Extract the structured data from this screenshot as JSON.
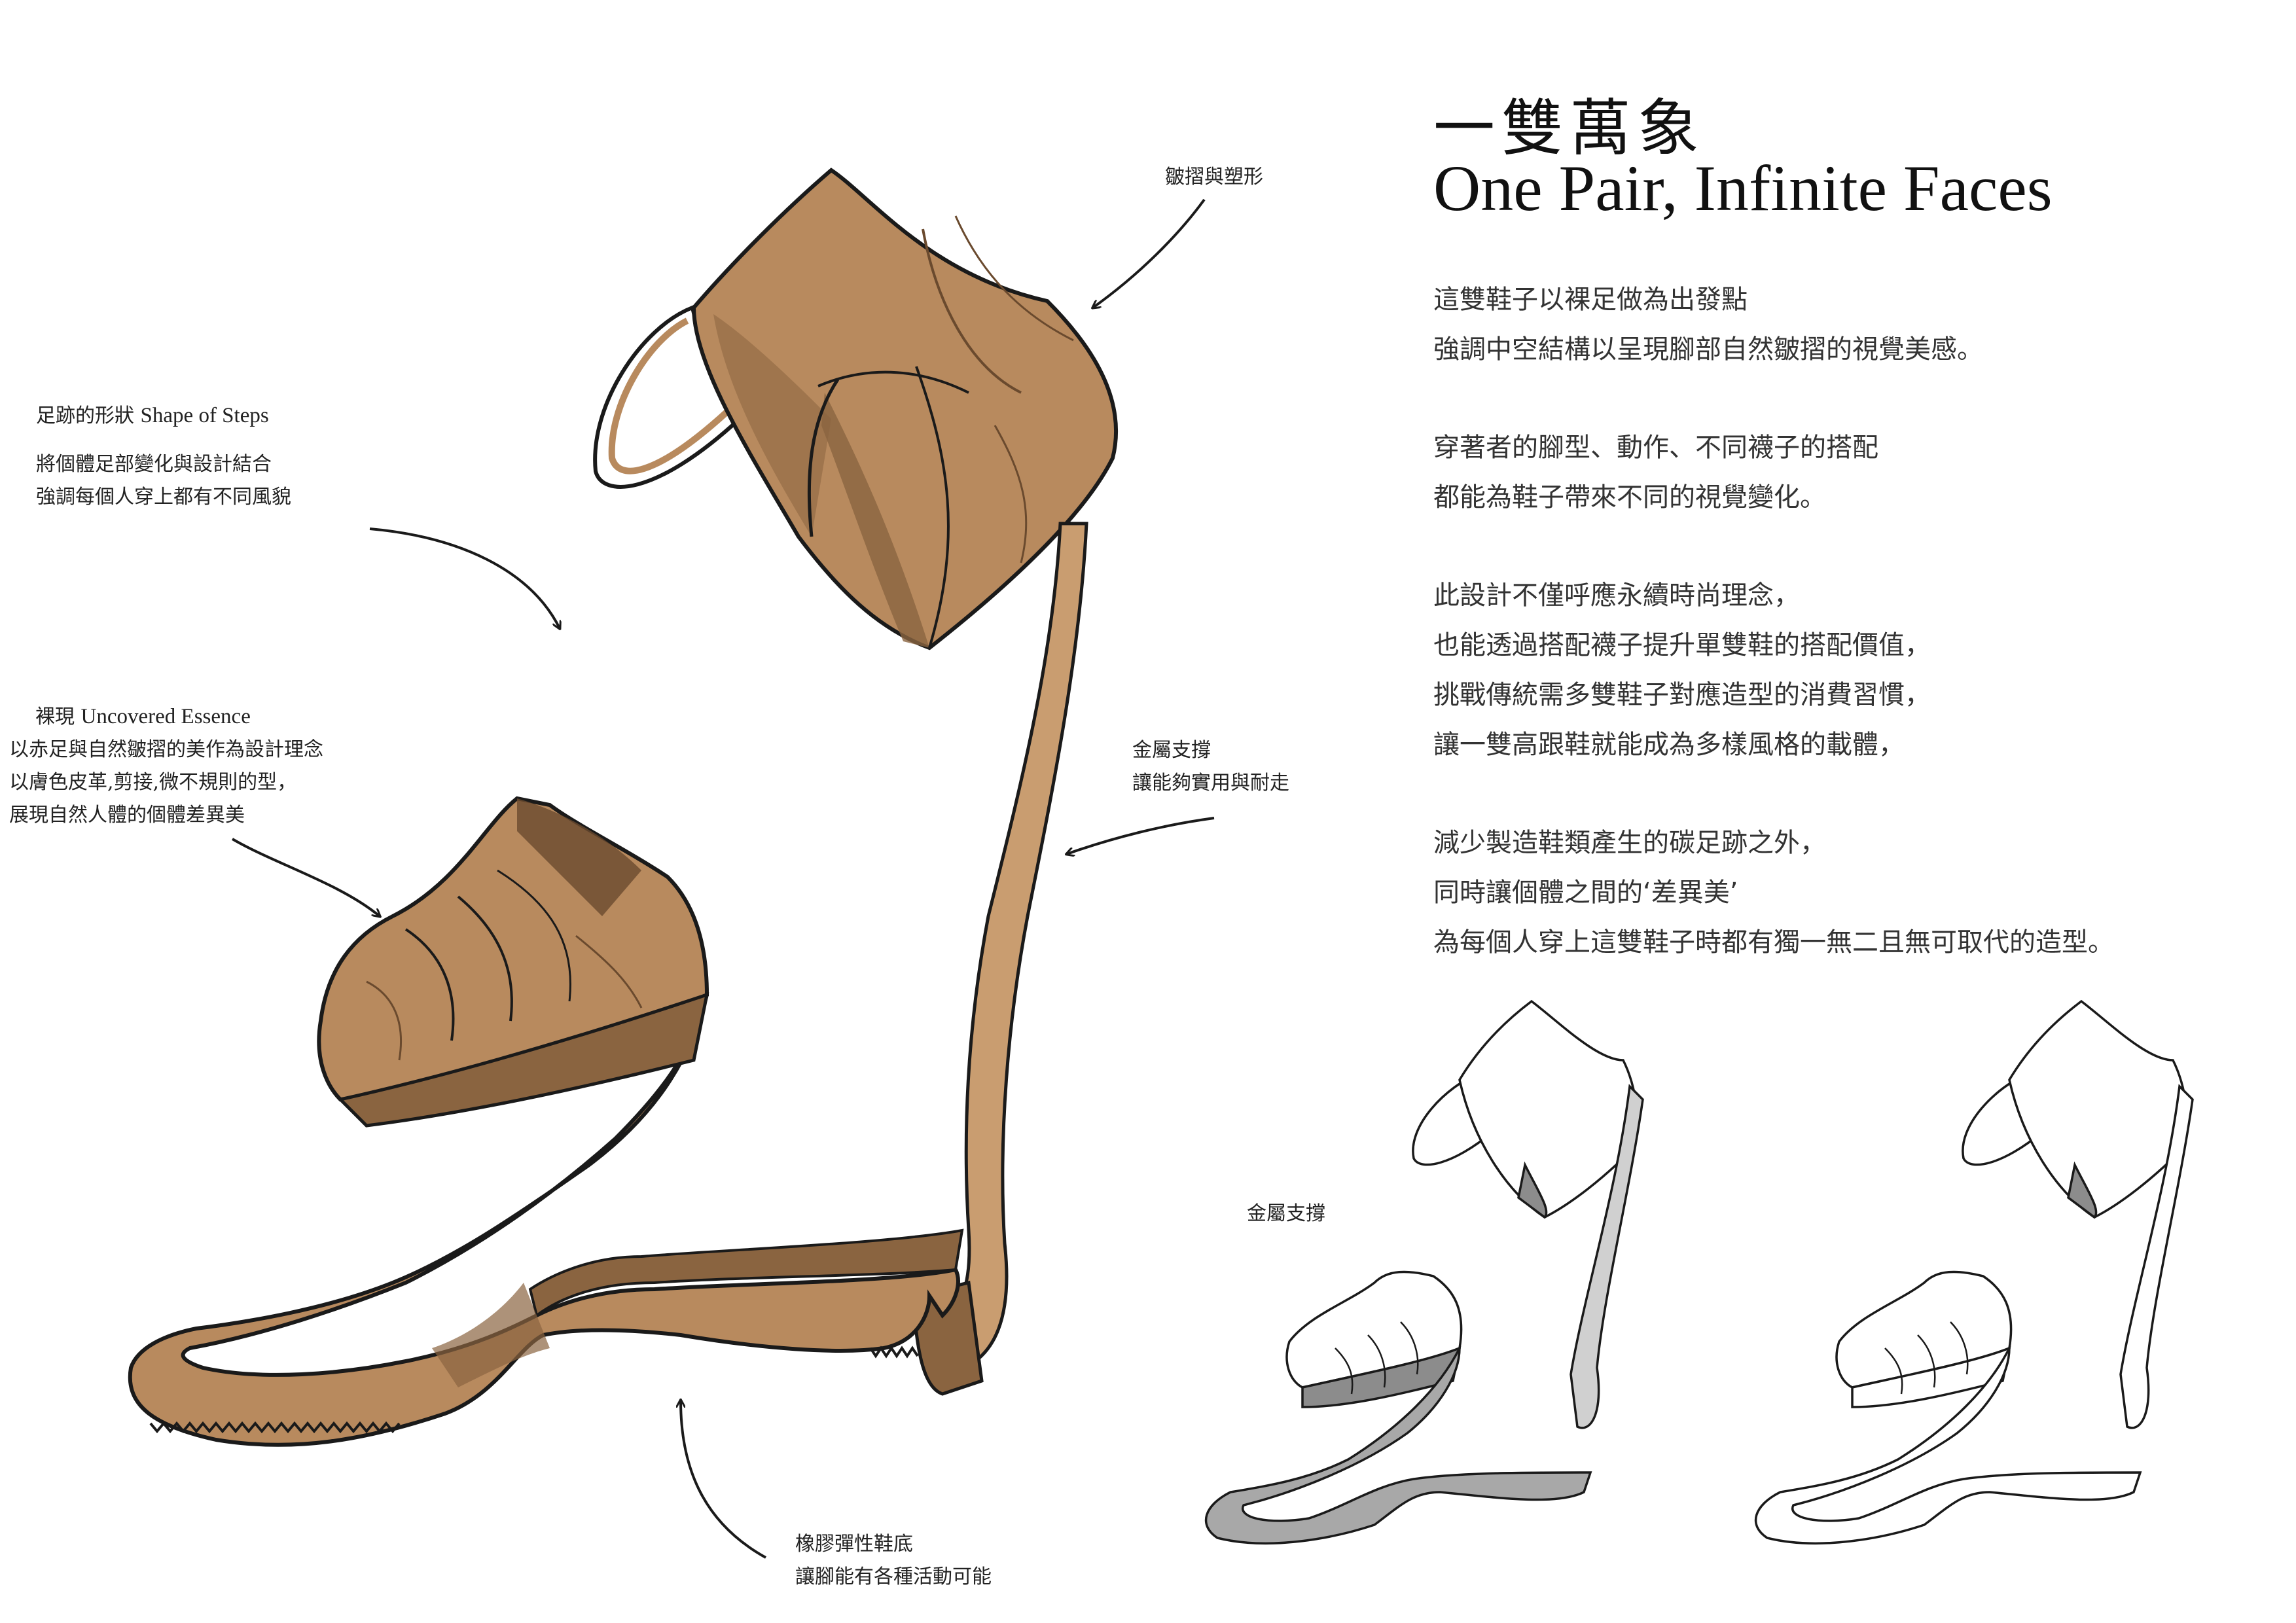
{
  "header": {
    "title_zh": "一雙萬象",
    "title_en": "One Pair, Infinite Faces"
  },
  "description": [
    [
      "這雙鞋子以裸足做為出發點",
      "強調中空結構以呈現腳部自然皺摺的視覺美感。"
    ],
    [
      "穿著者的腳型、動作、不同襪子的搭配",
      "都能為鞋子帶來不同的視覺變化。"
    ],
    [
      "此設計不僅呼應永續時尚理念，",
      "也能透過搭配襪子提升單雙鞋的搭配價值，",
      "挑戰傳統需多雙鞋子對應造型的消費習慣，",
      "讓一雙高跟鞋就能成為多樣風格的載體，"
    ],
    [
      "減少製造鞋類產生的碳足跡之外，",
      "同時讓個體之間的‘差異美’",
      "為每個人穿上這雙鞋子時都有獨一無二且無可取代的造型。"
    ]
  ],
  "annotations": {
    "folds": {
      "label": "皺摺與塑形"
    },
    "shape_of_steps": {
      "heading_zh": "足跡的形狀",
      "heading_en": "Shape of Steps",
      "lines": [
        "將個體足部變化與設計結合",
        "強調每個人穿上都有不同風貌"
      ]
    },
    "uncovered_essence": {
      "heading_zh": "裸現",
      "heading_en": "Uncovered Essence",
      "lines": [
        "以赤足與自然皺摺的美作為設計理念",
        "以膚色皮革,剪接,微不規則的型，",
        "展現自然人體的個體差異美"
      ]
    },
    "metal_support": {
      "label": "金屬支撐",
      "line": "讓能夠實用與耐走"
    },
    "metal_support_small": {
      "label": "金屬支撐"
    },
    "rubber_sole": {
      "label": "橡膠彈性鞋底",
      "line": "讓腳能有各種活動可能"
    }
  },
  "colors": {
    "leather": "#b88a5e",
    "leather_dark": "#8a6440",
    "leather_light": "#c99d70",
    "ink": "#1a1a1a",
    "gray_shade": "#8c8c8c"
  },
  "illustrations": {
    "main": "brown-heel-sketch",
    "small_left": "gray-heel-sketch",
    "small_right": "line-heel-sketch"
  }
}
